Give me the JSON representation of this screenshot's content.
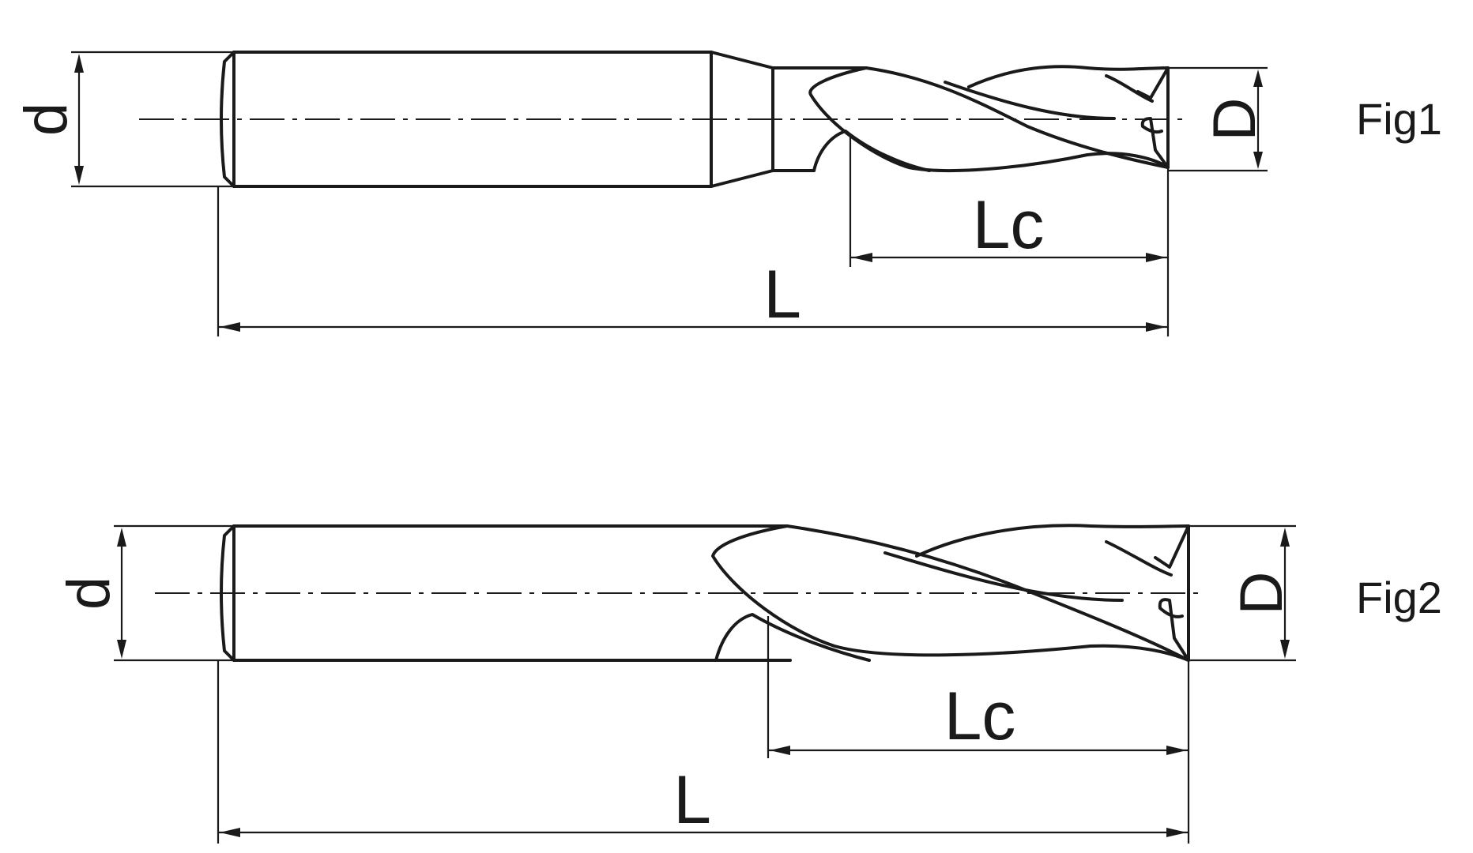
{
  "figures": [
    {
      "label": "Fig1",
      "dims": {
        "shank_diameter": "d",
        "cutter_diameter": "D",
        "cut_length": "Lc",
        "overall_length": "L"
      }
    },
    {
      "label": "Fig2",
      "dims": {
        "shank_diameter": "d",
        "cutter_diameter": "D",
        "cut_length": "Lc",
        "overall_length": "L"
      }
    }
  ]
}
